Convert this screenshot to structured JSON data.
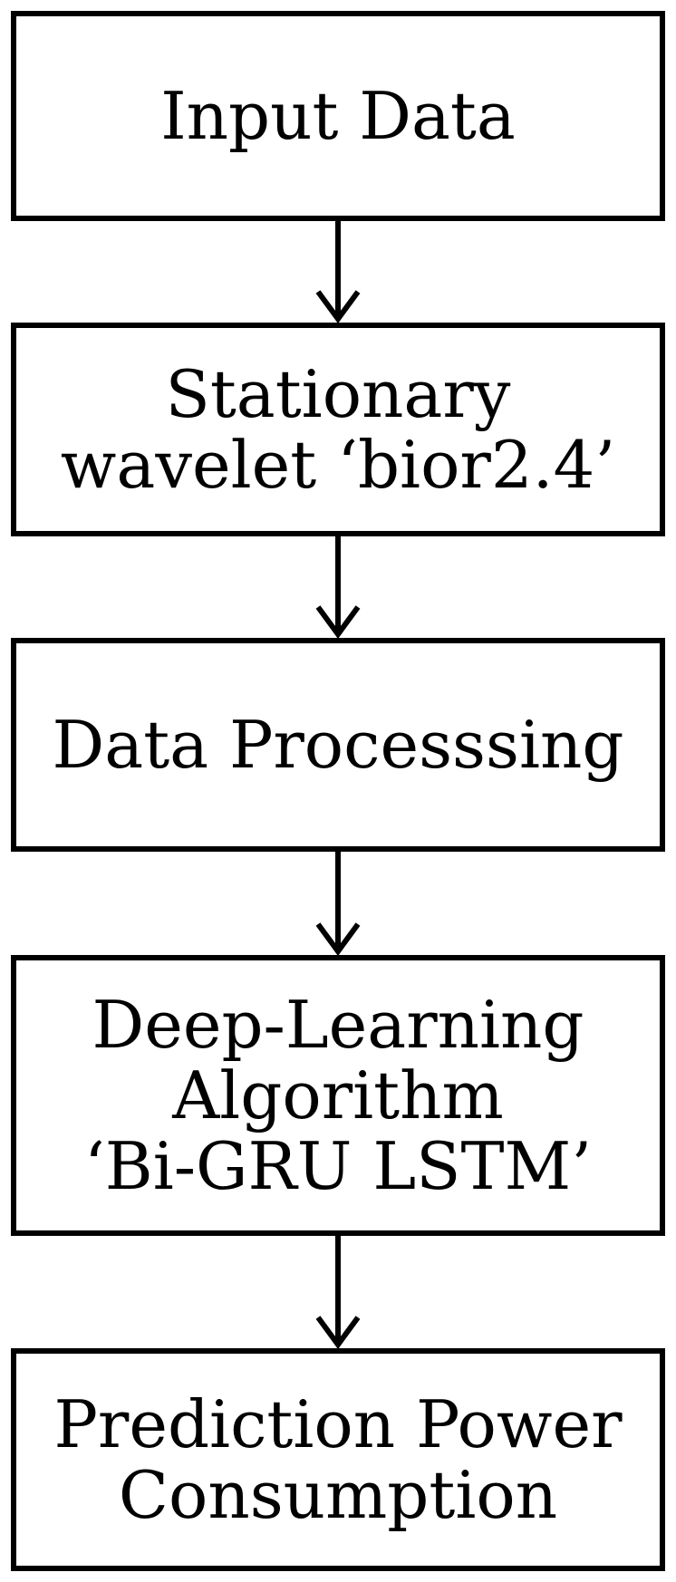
{
  "diagram": {
    "nodes": [
      {
        "id": "input-data",
        "lines": [
          "Input Data"
        ]
      },
      {
        "id": "stationary-wavelet",
        "lines": [
          "Stationary",
          "wavelet ‘bior2.4’"
        ]
      },
      {
        "id": "data-processing",
        "lines": [
          "Data Processsing"
        ]
      },
      {
        "id": "deep-learning",
        "lines": [
          "Deep-Learning",
          "Algorithm",
          "‘Bi-GRU LSTM’"
        ]
      },
      {
        "id": "prediction",
        "lines": [
          "Prediction Power",
          "Consumption"
        ]
      }
    ],
    "edges": [
      {
        "from": "input-data",
        "to": "stationary-wavelet"
      },
      {
        "from": "stationary-wavelet",
        "to": "data-processing"
      },
      {
        "from": "data-processing",
        "to": "deep-learning"
      },
      {
        "from": "deep-learning",
        "to": "prediction"
      }
    ]
  }
}
